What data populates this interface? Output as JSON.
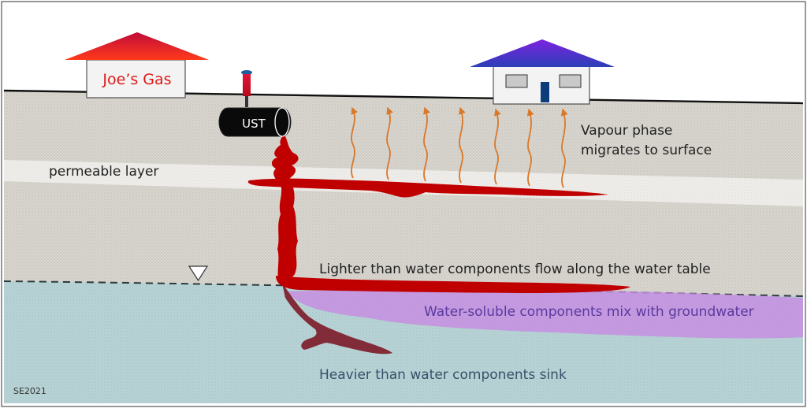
{
  "labels": {
    "gas_station": "Joe’s Gas",
    "tank": "UST",
    "permeable_layer": "permeable layer",
    "vapour_line1": "Vapour phase",
    "vapour_line2": "migrates to surface",
    "lighter": "Lighter than water components flow along the water table",
    "water_soluble": "Water-soluble components mix with groundwater",
    "heavier": "Heavier than water components sink",
    "credit": "SE2021"
  },
  "colors": {
    "soil": "#d9d6cf",
    "permeable": "#ecebe8",
    "groundwater": "#b8d3d6",
    "contaminant": "#c00000",
    "dissolved_plume": "#c58ee0",
    "dense_plume": "#8a1c26",
    "vapour_arrow": "#d9782a",
    "gas_roof": "#d9101a",
    "house_roof": "#5b22c8"
  },
  "icons": {
    "water_table_marker": "inverted-triangle-icon",
    "vapour_arrows": "wavy-up-arrow-icon"
  }
}
